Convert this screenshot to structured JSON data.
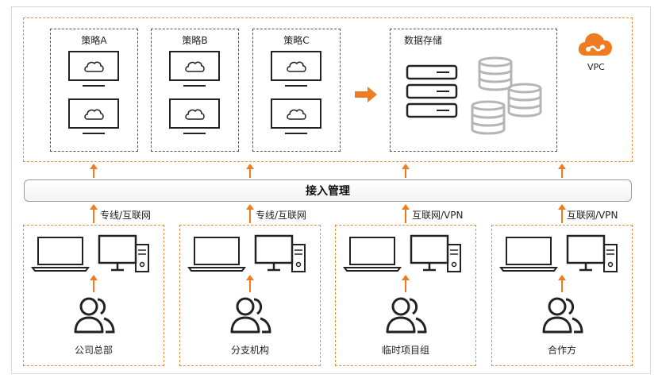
{
  "vpc": {
    "label": "VPC",
    "strategies": [
      {
        "label": "策略A"
      },
      {
        "label": "策略B"
      },
      {
        "label": "策略C"
      }
    ],
    "storage": {
      "label": "数据存储"
    }
  },
  "access_management": {
    "label": "接入管理"
  },
  "sites": [
    {
      "label": "公司总部",
      "link": "专线/互联网"
    },
    {
      "label": "分支机构",
      "link": "专线/互联网"
    },
    {
      "label": "临时项目组",
      "link": "互联网/VPN"
    },
    {
      "label": "合作方",
      "link": "互联网/VPN"
    }
  ],
  "colors": {
    "accent": "#f07c22",
    "line": "#333333",
    "db": "#b5b5b5"
  },
  "icons": [
    "cloud-icon",
    "monitor-icon",
    "server-icon",
    "database-icon",
    "laptop-icon",
    "desktop-pc-icon",
    "users-icon",
    "arrow-right-icon",
    "arrow-up-icon"
  ]
}
